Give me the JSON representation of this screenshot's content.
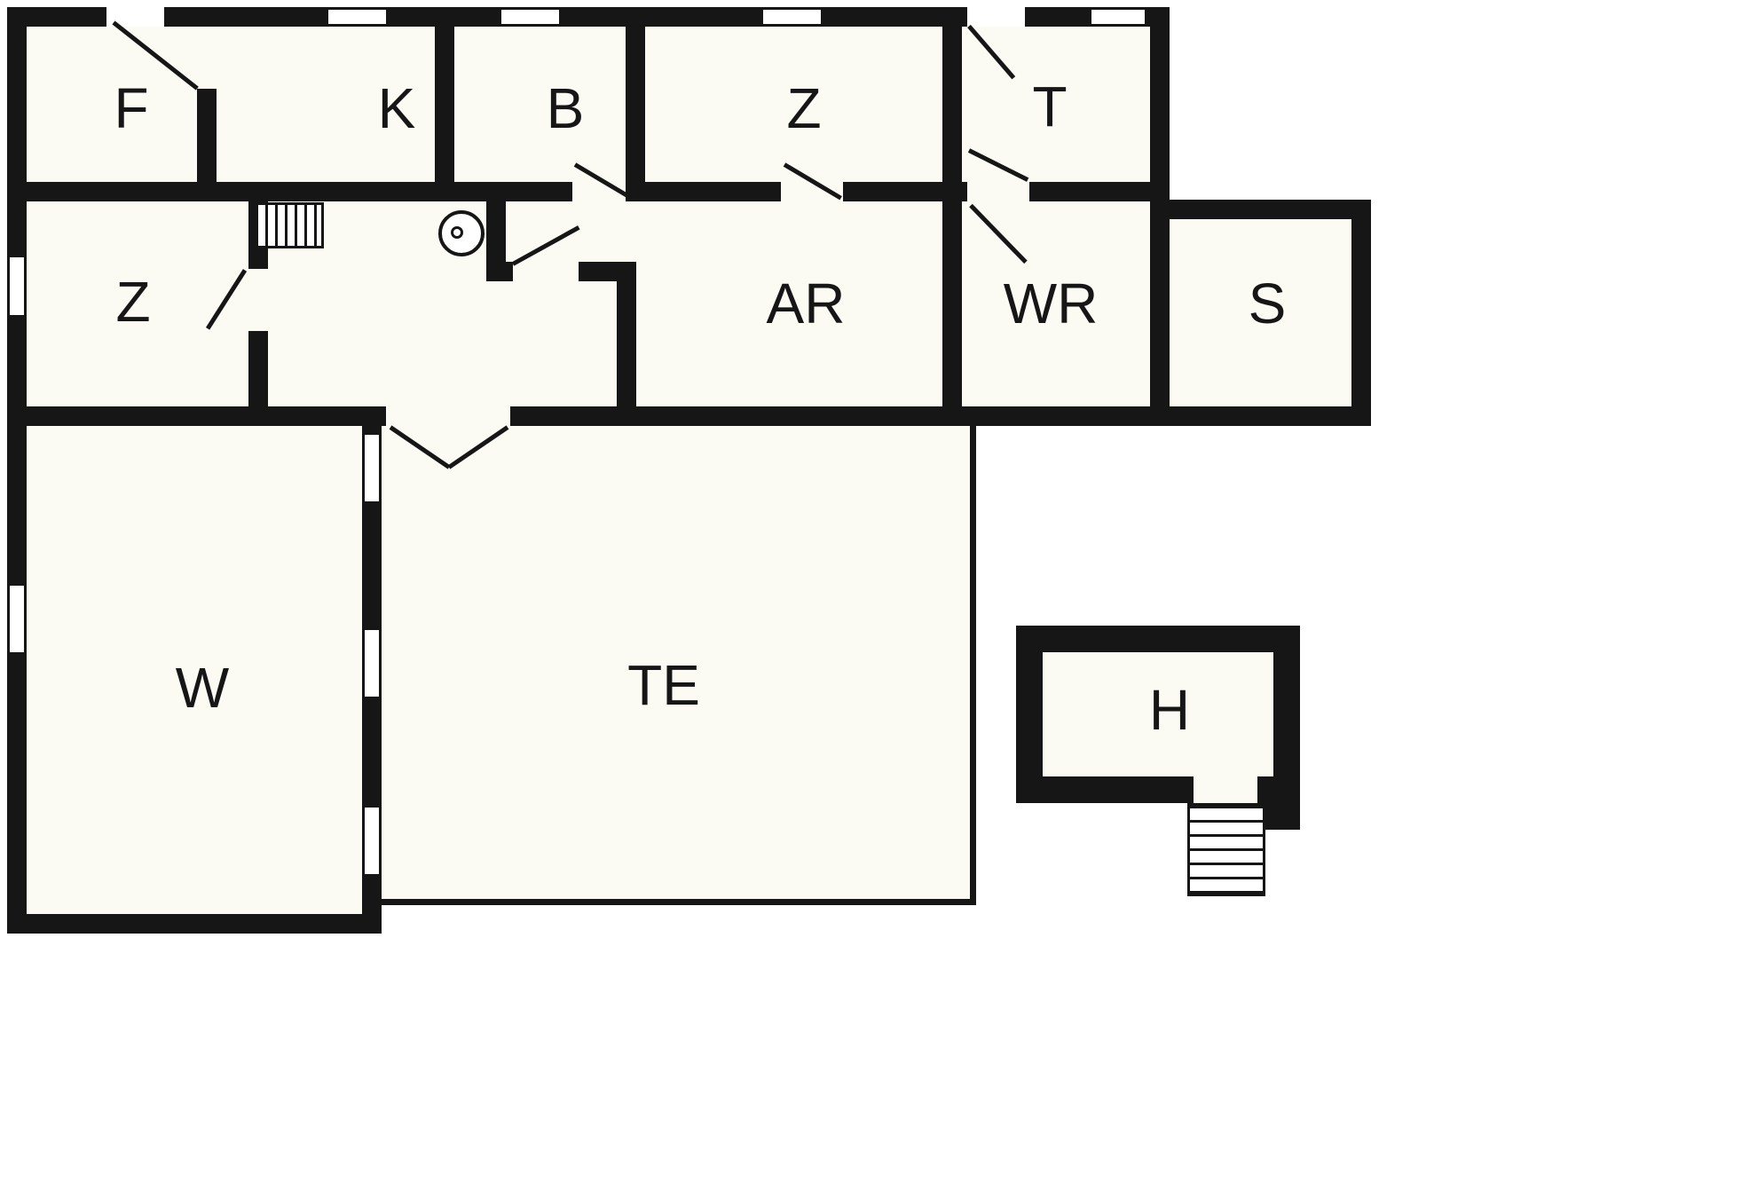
{
  "plan": {
    "rooms": [
      {
        "id": "f",
        "label": "F"
      },
      {
        "id": "k",
        "label": "K"
      },
      {
        "id": "b",
        "label": "B"
      },
      {
        "id": "z-top",
        "label": "Z"
      },
      {
        "id": "t",
        "label": "T"
      },
      {
        "id": "z-left",
        "label": "Z"
      },
      {
        "id": "ar",
        "label": "AR"
      },
      {
        "id": "wr",
        "label": "WR"
      },
      {
        "id": "s",
        "label": "S"
      },
      {
        "id": "w",
        "label": "W"
      },
      {
        "id": "te",
        "label": "TE"
      },
      {
        "id": "h",
        "label": "H"
      }
    ],
    "colors": {
      "wall": "#161616",
      "room_fill": "#fbfbf4",
      "background": "#ffffff"
    }
  }
}
